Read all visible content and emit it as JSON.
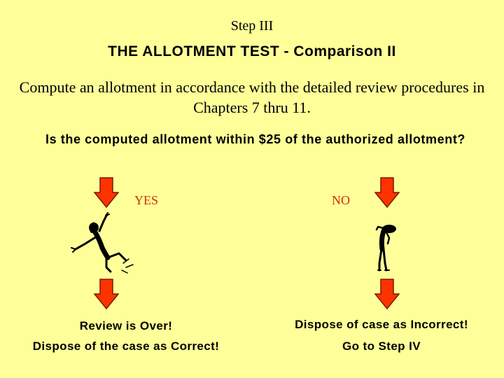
{
  "step_label": "Step III",
  "title": "THE ALLOTMENT TEST - Comparison II",
  "instruction": "Compute an allotment in accordance with the detailed review procedures in Chapters 7 thru 11.",
  "question": "Is the computed allotment within $25 of the authorized allotment?",
  "branches": {
    "yes": {
      "label": "YES",
      "outcome_line1": "Review is Over!",
      "outcome_line2": "Dispose of the case as Correct!",
      "icon": "jumping-person-icon"
    },
    "no": {
      "label": "NO",
      "outcome_line1": "Dispose of case as Incorrect!",
      "outcome_line2": "Go to Step IV",
      "icon": "slumped-person-icon"
    }
  },
  "colors": {
    "background": "#FFFF99",
    "arrow_fill": "#FF3300",
    "arrow_stroke": "#7A1A00",
    "branch_label": "#CC3300"
  }
}
